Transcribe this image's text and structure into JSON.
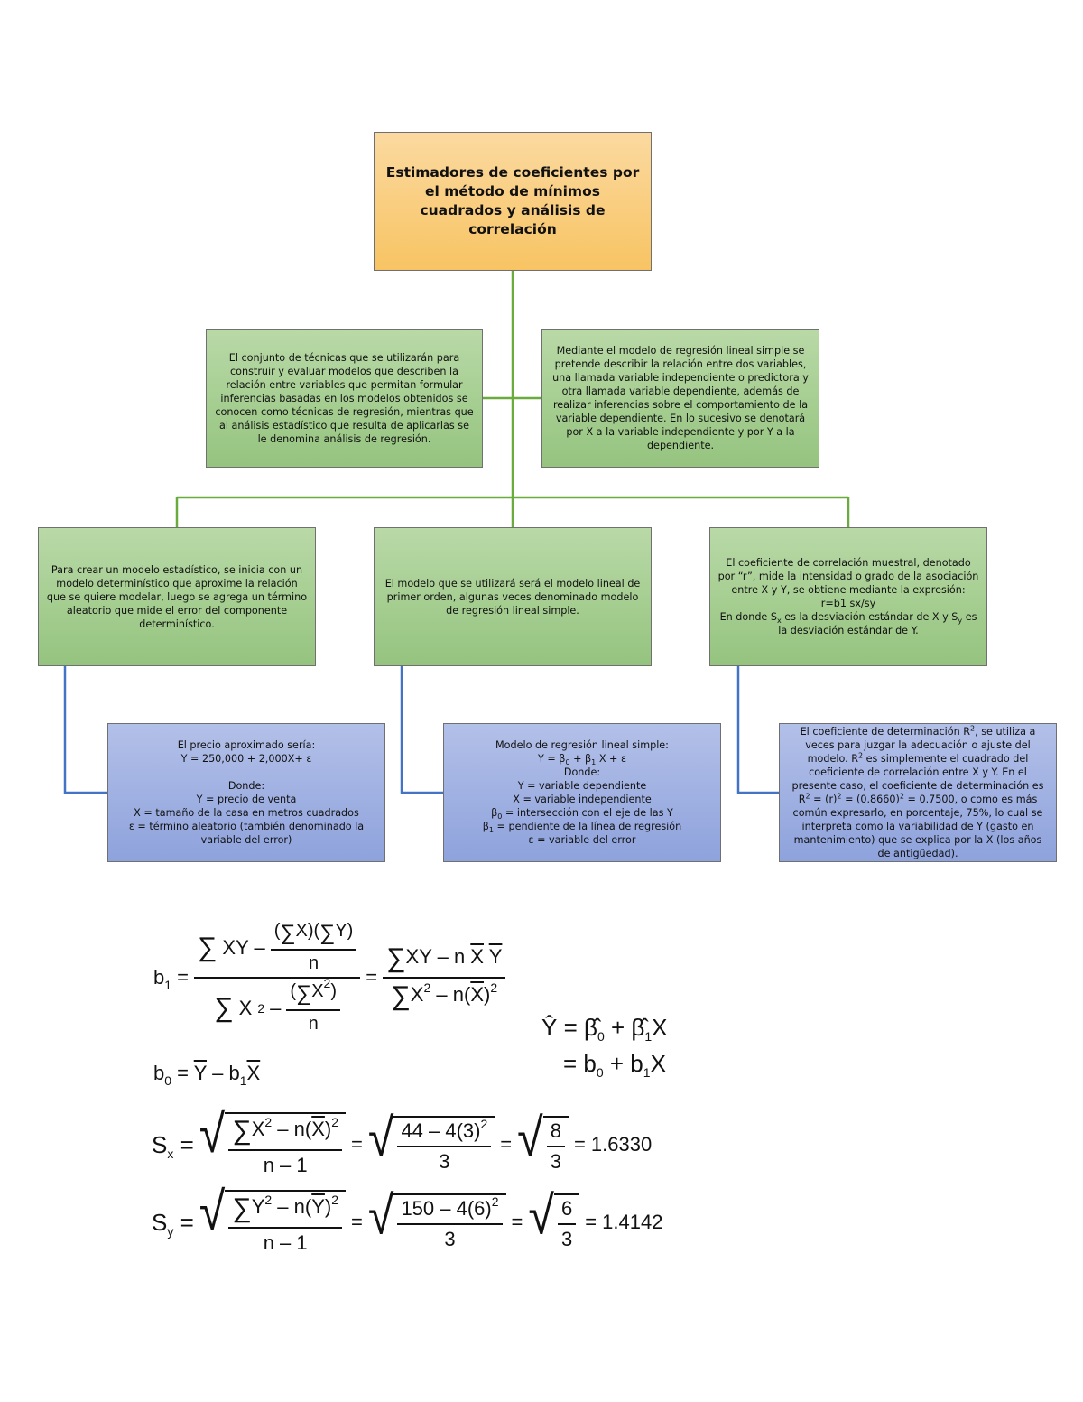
{
  "title": "Estimadores de coeficientes por el método de mínimos cuadrados y análisis de correlación",
  "def_left": "El conjunto de técnicas que se utilizarán para construir y evaluar modelos que describen la relación entre variables que permitan formular inferencias basadas en los modelos obtenidos se conocen como técnicas de regresión, mientras que al análisis estadístico que resulta de aplicarlas se le denomina análisis de regresión.",
  "def_right": "Mediante el modelo de regresión lineal simple se pretende describir la relación entre dos variables, una llamada variable independiente o predictora y otra llamada variable dependiente, además de realizar inferencias sobre el comportamiento de la variable dependiente. En lo sucesivo se denotará por X a la variable independiente y por Y a la dependiente.",
  "mid_left": "Para crear un modelo estadístico, se inicia con un modelo determinístico que aproxime la relación que se quiere modelar, luego se agrega un término aleatorio que mide el error del componente determinístico.",
  "mid_center": "El modelo que se utilizará será el modelo lineal de primer orden, algunas veces denominado modelo de regresión lineal simple.",
  "mid_right": {
    "line1": "El coeficiente de correlación muestral, denotado por “r”, mide la intensidad o grado de la asociación entre X y Y, se obtiene mediante la expresión: r=b1 sx/sy",
    "line2_a": "En donde S",
    "line2_sub1": "x",
    "line2_b": " es la desviación estándar de X y S",
    "line2_sub2": "y",
    "line2_c": " es la desviación estándar de Y."
  },
  "bot_left": {
    "l1": "El precio aproximado sería:",
    "l2": "Y = 250,000 + 2,000X+ ε",
    "l3": "Donde:",
    "l4": "Y = precio de venta",
    "l5": "X = tamaño de la casa en metros cuadrados",
    "l6": "ε = término aleatorio (también denominado la variable del error)"
  },
  "bot_center": {
    "l1": "Modelo de regresión lineal simple:",
    "l2a": "Y = β",
    "l2s1": "0",
    "l2b": " + β",
    "l2s2": "1",
    "l2c": " X + ε",
    "l3": "Donde:",
    "l4": "Y = variable dependiente",
    "l5": "X = variable independiente",
    "l6a": "β",
    "l6s": "0",
    "l6b": " = intersección con el eje de las Y",
    "l7a": "β",
    "l7s": "1",
    "l7b": " = pendiente de la línea de regresión",
    "l8": "ε = variable del error"
  },
  "bot_right": {
    "a": "El coeficiente de determinación R",
    "s1": "2",
    "b": ", se utiliza a veces para juzgar la adecuación o ajuste del modelo. R",
    "s2": "2",
    "c": " es simplemente el cuadrado del coeficiente de correlación entre X y Y. En el presente caso, el coeficiente de determinación es R",
    "s3": "2",
    "d": " = (r)",
    "s4": "2",
    "e": " = (0.8660)",
    "s5": "2",
    "f": " = 0.7500, o como es más común expresarlo, en porcentaje, 75%, lo cual se interpreta como la variabilidad de Y (gasto en mantenimiento) que se explica por la X (los años de antigüedad)."
  },
  "formulas": {
    "sx_value": "1.6330",
    "sy_value": "1.4142",
    "sx_n": "44 – 4(3)",
    "sy_n": "150 – 4(6)",
    "sx_frac_num": "8",
    "sy_frac_num": "6",
    "den3": "3"
  },
  "colors": {
    "orange": "#f8c463",
    "green": "#95c47f",
    "blue": "#8ea2dc",
    "green_line": "#6aac3c",
    "blue_line": "#4472c4"
  }
}
